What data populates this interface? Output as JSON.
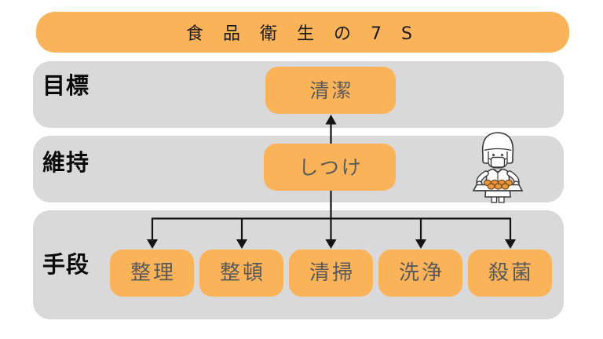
{
  "title": {
    "text": "食 品 衛 生 の 7 S"
  },
  "rows": [
    {
      "label": "目標",
      "boxes": [
        "清潔"
      ]
    },
    {
      "label": "維持",
      "boxes": [
        "しつけ"
      ]
    },
    {
      "label": "手段",
      "boxes": [
        "整理",
        "整頓",
        "清掃",
        "洗浄",
        "殺菌"
      ]
    }
  ],
  "illustration": "food-worker-holding-tray-of-baked-goods",
  "colors": {
    "accent_orange": "#FBB359",
    "row_gray": "#D9D9D9",
    "box_text": "#595959",
    "label_text": "#0A0A0A",
    "arrow": "#141414",
    "bun_fill": "#E8953C"
  }
}
